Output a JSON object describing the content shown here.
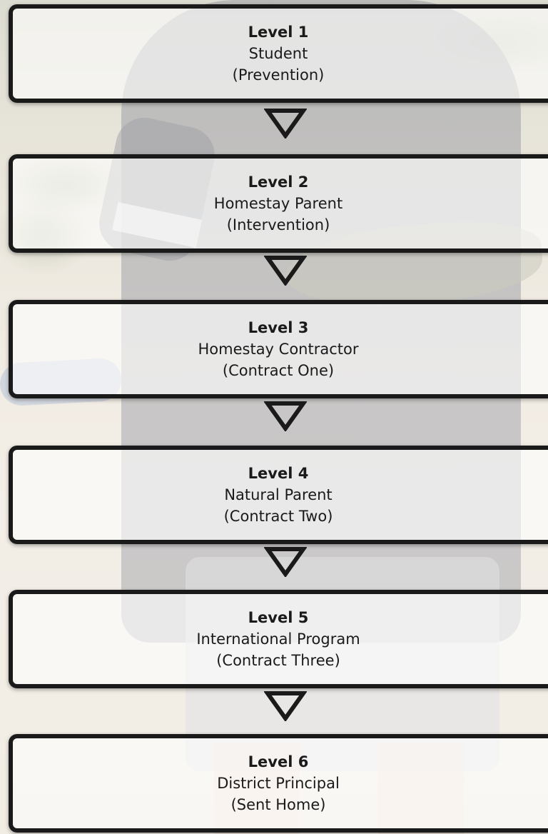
{
  "levels": [
    {
      "level": "Level 1",
      "role": "Student",
      "stage": "(Prevention)"
    },
    {
      "level": "Level 2",
      "role": "Homestay Parent",
      "stage": "(Intervention)"
    },
    {
      "level": "Level 3",
      "role": "Homestay Contractor",
      "stage": "(Contract One)"
    },
    {
      "level": "Level 4",
      "role": "Natural Parent",
      "stage": "(Contract Two)"
    },
    {
      "level": "Level 5",
      "role": "International Program",
      "stage": "(Contract Three)"
    },
    {
      "level": "Level 6",
      "role": "District Principal",
      "stage": "(Sent Home)"
    }
  ],
  "colors": {
    "border": "#1a1a1a",
    "box_fill": "rgba(255,255,255,0.60)"
  },
  "icons": {
    "connector": "down-triangle-arrow-icon"
  }
}
